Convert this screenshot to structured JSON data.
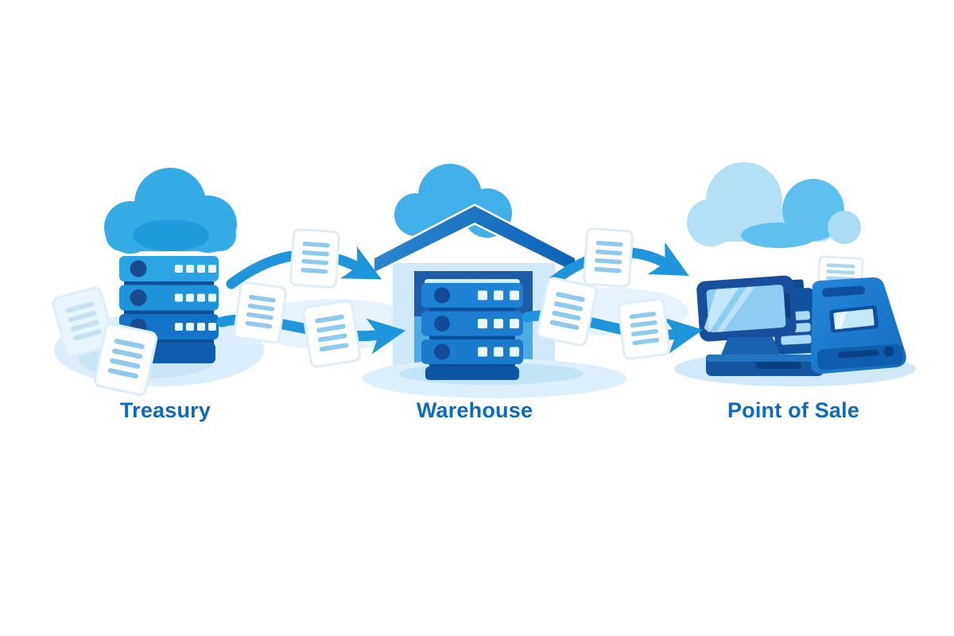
{
  "diagram": {
    "type": "flow",
    "background": "#ffffff",
    "nodes": [
      {
        "id": "treasury",
        "label": "Treasury",
        "icon": "cloud-server-stack-icon",
        "position": "left"
      },
      {
        "id": "warehouse",
        "label": "Warehouse",
        "icon": "warehouse-server-stack-icon",
        "position": "center"
      },
      {
        "id": "point_of_sale",
        "label": "Point of Sale",
        "icon": "pos-register-terminal-icon",
        "position": "right"
      }
    ],
    "edges": [
      {
        "from": "Treasury",
        "to": "Warehouse",
        "shape": "upper-arc",
        "payload_icon": "document-icon"
      },
      {
        "from": "Treasury",
        "to": "Warehouse",
        "shape": "lower-curve",
        "payload_icon": "document-icon"
      },
      {
        "from": "Warehouse",
        "to": "Point of Sale",
        "shape": "upper-arc",
        "payload_icon": "document-icon"
      },
      {
        "from": "Warehouse",
        "to": "Point of Sale",
        "shape": "lower-curve",
        "payload_icon": "document-icon"
      }
    ],
    "palette": {
      "label_text": "#0e6abd",
      "arrow": "#1f96dc",
      "cloud_medium": "#35abe6",
      "cloud_dark_puff": "#1f9bdd",
      "cloud_light": "#b3e0f7",
      "cloud_accent": "#5fbfee",
      "server_row_light": "#2ba4e4",
      "server_row_mid": "#1f93da",
      "server_row_dark": "#1473c8",
      "server_base": "#0e5cb0",
      "device_navy": "#174f9c",
      "device_blue": "#1e82d4",
      "screen_light": "#8ecdf0",
      "roof": "#1368ba",
      "house_body": "#cfe9f8",
      "door_dark": "#1d5ca9",
      "door_light": "#4dabe3",
      "document_fill": "#ffffff",
      "document_lines": "#8ecaed",
      "shadow_light": "#ddeffb",
      "shadow_mid": "#c2e4f7"
    }
  }
}
